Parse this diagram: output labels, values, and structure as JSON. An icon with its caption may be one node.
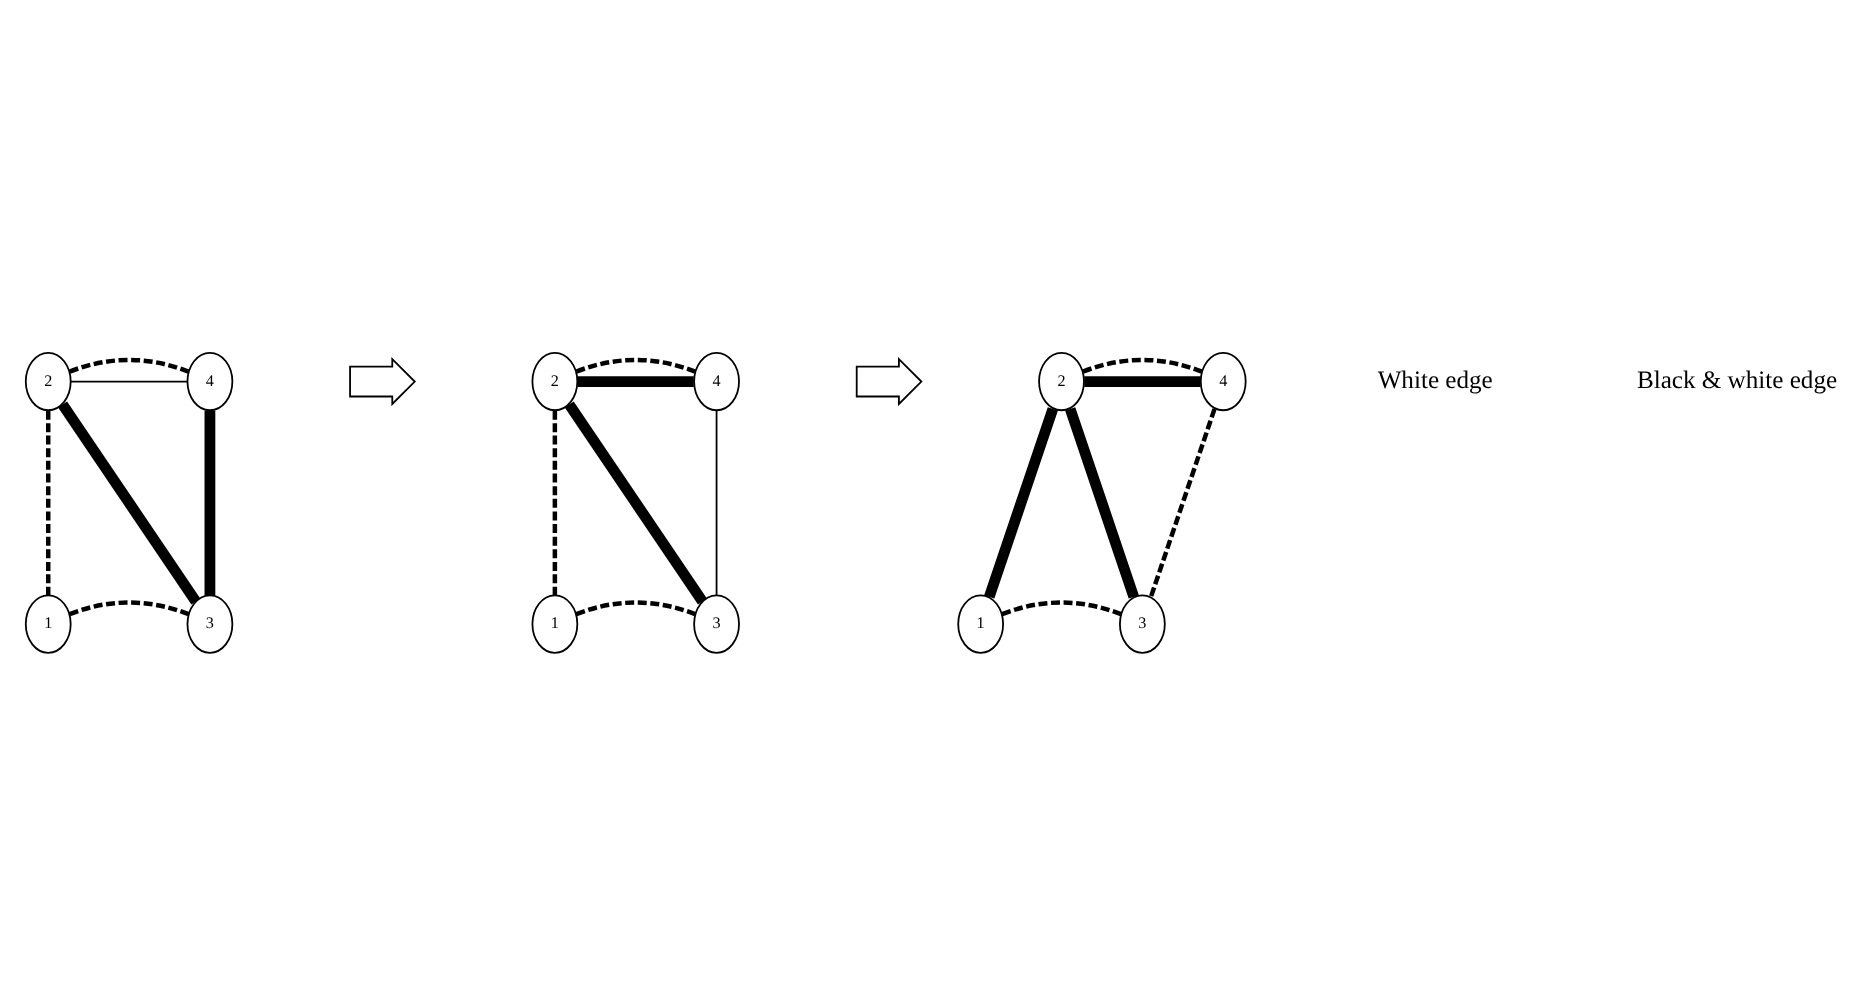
{
  "diagram": {
    "nodes": [
      {
        "text": [
          "2"
        ]
      },
      {
        "text": [
          "4"
        ]
      },
      {
        "text": [
          "1"
        ]
      },
      {
        "text": [
          "3"
        ]
      },
      {
        "text": [],
        "shape": "arrow"
      },
      {
        "text": [
          "2"
        ]
      },
      {
        "text": [
          "4"
        ]
      },
      {
        "text": [
          "1"
        ]
      },
      {
        "text": [
          "3"
        ]
      },
      {
        "text": [],
        "shape": "arrow"
      },
      {
        "text": [
          "2"
        ]
      },
      {
        "text": [
          "4"
        ]
      },
      {
        "text": [
          "1"
        ]
      },
      {
        "text": [
          "3"
        ]
      }
    ],
    "edges": [
      {
        "from": 0,
        "to": 1,
        "arrow": "none"
      },
      {
        "from": 0,
        "to": 1,
        "arrow": "none",
        "style": "dashed"
      },
      {
        "from": 0,
        "to": 2,
        "arrow": "none",
        "style": "dashed"
      },
      {
        "from": 0,
        "to": 3,
        "arrow": "none",
        "style": "thick"
      },
      {
        "from": 1,
        "to": 3,
        "arrow": "none",
        "style": "thick"
      },
      {
        "from": 2,
        "to": 3,
        "arrow": "none",
        "style": "dashed"
      },
      {
        "from": 5,
        "to": 6,
        "arrow": "none",
        "style": "thick"
      },
      {
        "from": 5,
        "to": 6,
        "arrow": "none",
        "style": "dashed"
      },
      {
        "from": 5,
        "to": 7,
        "arrow": "none",
        "style": "dashed"
      },
      {
        "from": 5,
        "to": 8,
        "arrow": "none",
        "style": "thick"
      },
      {
        "from": 6,
        "to": 8,
        "arrow": "none"
      },
      {
        "from": 7,
        "to": 8,
        "arrow": "none",
        "style": "dashed"
      },
      {
        "from": 10,
        "to": 11,
        "arrow": "none",
        "style": "thick"
      },
      {
        "from": 10,
        "to": 11,
        "arrow": "none",
        "style": "dashed"
      },
      {
        "from": 10,
        "to": 12,
        "arrow": "none",
        "style": "thick"
      },
      {
        "from": 10,
        "to": 13,
        "arrow": "none",
        "style": "thick"
      },
      {
        "from": 11,
        "to": 13,
        "arrow": "none",
        "style": "dashed"
      },
      {
        "from": 12,
        "to": 13,
        "arrow": "none",
        "style": "dashed"
      }
    ],
    "legend": [
      {
        "text": "White edge"
      },
      {
        "text": "Black & white edge"
      }
    ]
  }
}
